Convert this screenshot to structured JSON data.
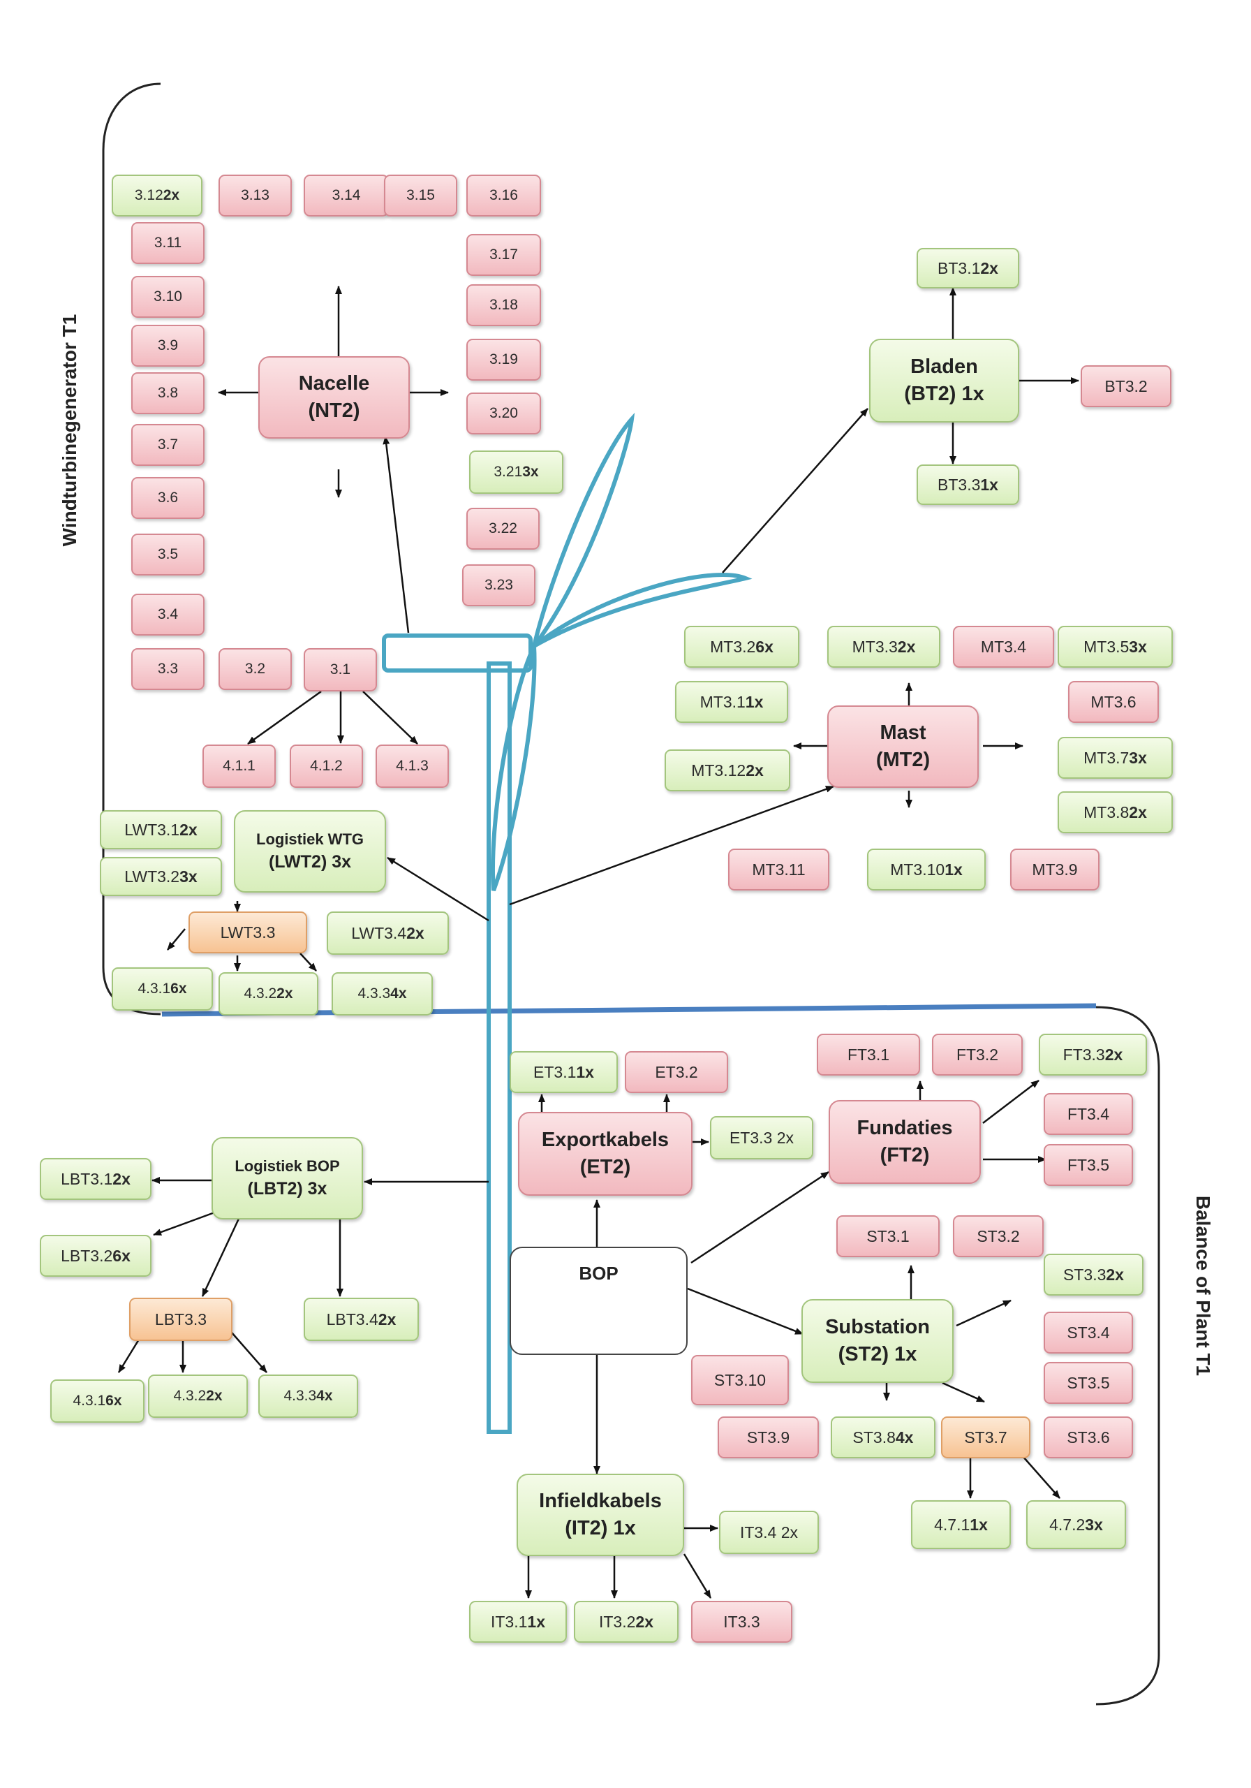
{
  "side_labels": {
    "wtg": "Windturbinegenerator   T1",
    "bop": "Balance of Plant   T1"
  },
  "main_nodes": {
    "nacelle": [
      "Nacelle",
      "(NT2)"
    ],
    "bladen": [
      "Bladen",
      "(BT2) 1x"
    ],
    "mast": [
      "Mast",
      "(MT2)"
    ],
    "logistiek_wtg": [
      "Logistiek WTG",
      "(LWT2) 3x"
    ],
    "logistiek_bop": [
      "Logistiek BOP",
      "(LBT2) 3x"
    ],
    "exportkabels": [
      "Exportkabels",
      "(ET2)"
    ],
    "fundaties": [
      "Fundaties",
      "(FT2)"
    ],
    "bop": [
      "BOP",
      ""
    ],
    "substation": [
      "Substation",
      "(ST2) 1x"
    ],
    "infieldkabels": [
      "Infieldkabels",
      "(IT2) 1x"
    ]
  },
  "nodes": {
    "n3_12": [
      "3.12 ",
      "2x"
    ],
    "n3_13": [
      "3.13",
      ""
    ],
    "n3_14": [
      "3.14",
      ""
    ],
    "n3_15": [
      "3.15",
      ""
    ],
    "n3_16": [
      "3.16",
      ""
    ],
    "n3_11": [
      "3.11",
      ""
    ],
    "n3_10": [
      "3.10",
      ""
    ],
    "n3_9": [
      "3.9",
      ""
    ],
    "n3_8": [
      "3.8",
      ""
    ],
    "n3_7": [
      "3.7",
      ""
    ],
    "n3_6": [
      "3.6",
      ""
    ],
    "n3_5": [
      "3.5",
      ""
    ],
    "n3_4": [
      "3.4",
      ""
    ],
    "n3_3": [
      "3.3",
      ""
    ],
    "n3_2": [
      "3.2",
      ""
    ],
    "n3_1": [
      "3.1",
      ""
    ],
    "n3_17": [
      "3.17",
      ""
    ],
    "n3_18": [
      "3.18",
      ""
    ],
    "n3_19": [
      "3.19",
      ""
    ],
    "n3_20": [
      "3.20",
      ""
    ],
    "n3_21": [
      "3.21 ",
      "3x"
    ],
    "n3_22": [
      "3.22",
      ""
    ],
    "n3_23": [
      "3.23",
      ""
    ],
    "n4_1_1": [
      "4.1.1",
      ""
    ],
    "n4_1_2": [
      "4.1.2",
      ""
    ],
    "n4_1_3": [
      "4.1.3",
      ""
    ],
    "lwt3_1": [
      "LWT3.1 ",
      "2x"
    ],
    "lwt3_2": [
      "LWT3.2 ",
      "3x"
    ],
    "lwt3_3": [
      "LWT3.3",
      ""
    ],
    "lwt3_4": [
      "LWT3.4 ",
      "2x"
    ],
    "w4_3_1": [
      "4.3.1 ",
      "6x"
    ],
    "w4_3_2": [
      "4.3.2 ",
      "2x"
    ],
    "w4_3_3": [
      "4.3.3 ",
      "4x"
    ],
    "bt3_1": [
      "BT3.1 ",
      "2x"
    ],
    "bt3_2": [
      "BT3.2",
      ""
    ],
    "bt3_3": [
      "BT3.3 ",
      "1x"
    ],
    "mt3_2": [
      "MT3.2 ",
      "6x"
    ],
    "mt3_3": [
      "MT3.3 ",
      "2x"
    ],
    "mt3_4": [
      "MT3.4",
      ""
    ],
    "mt3_5": [
      "MT3.5 ",
      "3x"
    ],
    "mt3_1": [
      "MT3.1 ",
      "1x"
    ],
    "mt3_6": [
      "MT3.6",
      ""
    ],
    "mt3_12": [
      "MT3.12 ",
      "2x"
    ],
    "mt3_7": [
      "MT3.7 ",
      "3x"
    ],
    "mt3_8": [
      "MT3.8 ",
      "2x"
    ],
    "mt3_11": [
      "MT3.11",
      ""
    ],
    "mt3_10": [
      "MT3.10 ",
      "1x"
    ],
    "mt3_9": [
      "MT3.9",
      ""
    ],
    "et3_1": [
      "ET3.1  ",
      "1x"
    ],
    "et3_2": [
      "ET3.2",
      ""
    ],
    "et3_3": [
      "ET3.3 2x",
      ""
    ],
    "ft3_1": [
      "FT3.1",
      ""
    ],
    "ft3_2": [
      "FT3.2",
      ""
    ],
    "ft3_3": [
      "FT3.3 ",
      "2x"
    ],
    "ft3_4": [
      "FT3.4",
      ""
    ],
    "ft3_5": [
      "FT3.5",
      ""
    ],
    "lbt3_1": [
      "LBT3.1 ",
      "2x"
    ],
    "lbt3_2": [
      "LBT3.2 ",
      "6x"
    ],
    "lbt3_3": [
      "LBT3.3",
      ""
    ],
    "lbt3_4": [
      "LBT3.4 ",
      "2x"
    ],
    "b4_3_1": [
      "4.3.1 ",
      "6x"
    ],
    "b4_3_2": [
      "4.3.2 ",
      "2x"
    ],
    "b4_3_3": [
      "4.3.3 ",
      "4x"
    ],
    "st3_1": [
      "ST3.1",
      ""
    ],
    "st3_2": [
      "ST3.2",
      ""
    ],
    "st3_3": [
      "ST3.3 ",
      "2x"
    ],
    "st3_4": [
      "ST3.4",
      ""
    ],
    "st3_5": [
      "ST3.5",
      ""
    ],
    "st3_10": [
      "ST3.10",
      ""
    ],
    "st3_9": [
      "ST3.9",
      ""
    ],
    "st3_8": [
      "ST3.8 ",
      "4x"
    ],
    "st3_7": [
      "ST3.7",
      ""
    ],
    "st3_6": [
      "ST3.6",
      ""
    ],
    "n4_7_1": [
      "4.7.1 ",
      "1x"
    ],
    "n4_7_2": [
      "4.7.2 ",
      "3x"
    ],
    "it3_4": [
      "IT3.4 2x",
      ""
    ],
    "it3_1": [
      "IT3.1 ",
      "1x"
    ],
    "it3_2": [
      "IT3.2 ",
      "2x"
    ],
    "it3_3": [
      "IT3.3",
      ""
    ]
  },
  "colors": {
    "red_box": "#f2b9bf",
    "green_box": "#d8eebb",
    "orange_box": "#f7c393",
    "turbine": "#4aa6c3",
    "divider": "#4a7fc0",
    "arrow": "#111111",
    "bracket": "#222222"
  }
}
